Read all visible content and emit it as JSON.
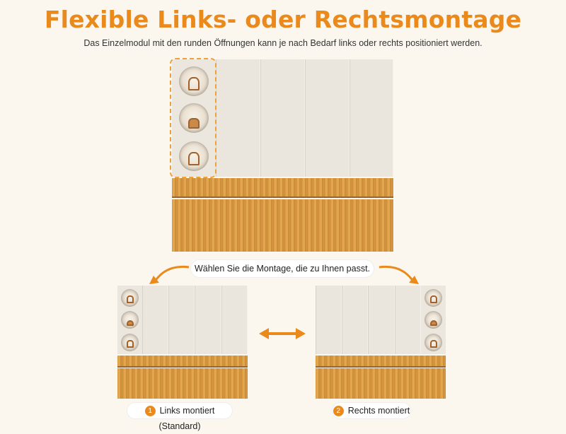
{
  "title": "Flexible Links- oder Rechtsmontage",
  "subtitle": "Das Einzelmodul mit den runden Öffnungen kann je nach Bedarf links oder rechts positioniert werden.",
  "prompt": "Wählen Sie die Montage, die zu Ihnen passt.",
  "options": [
    {
      "number": "1",
      "label": "Links montiert (Standard)"
    },
    {
      "number": "2",
      "label": "Rechts montiert"
    }
  ],
  "colors": {
    "accent": "#ea8a1c",
    "wood": "#d9993f",
    "panel": "#ebe6dd"
  },
  "icons": [
    "curved-arrow-left-icon",
    "curved-arrow-right-icon",
    "double-arrow-icon"
  ]
}
